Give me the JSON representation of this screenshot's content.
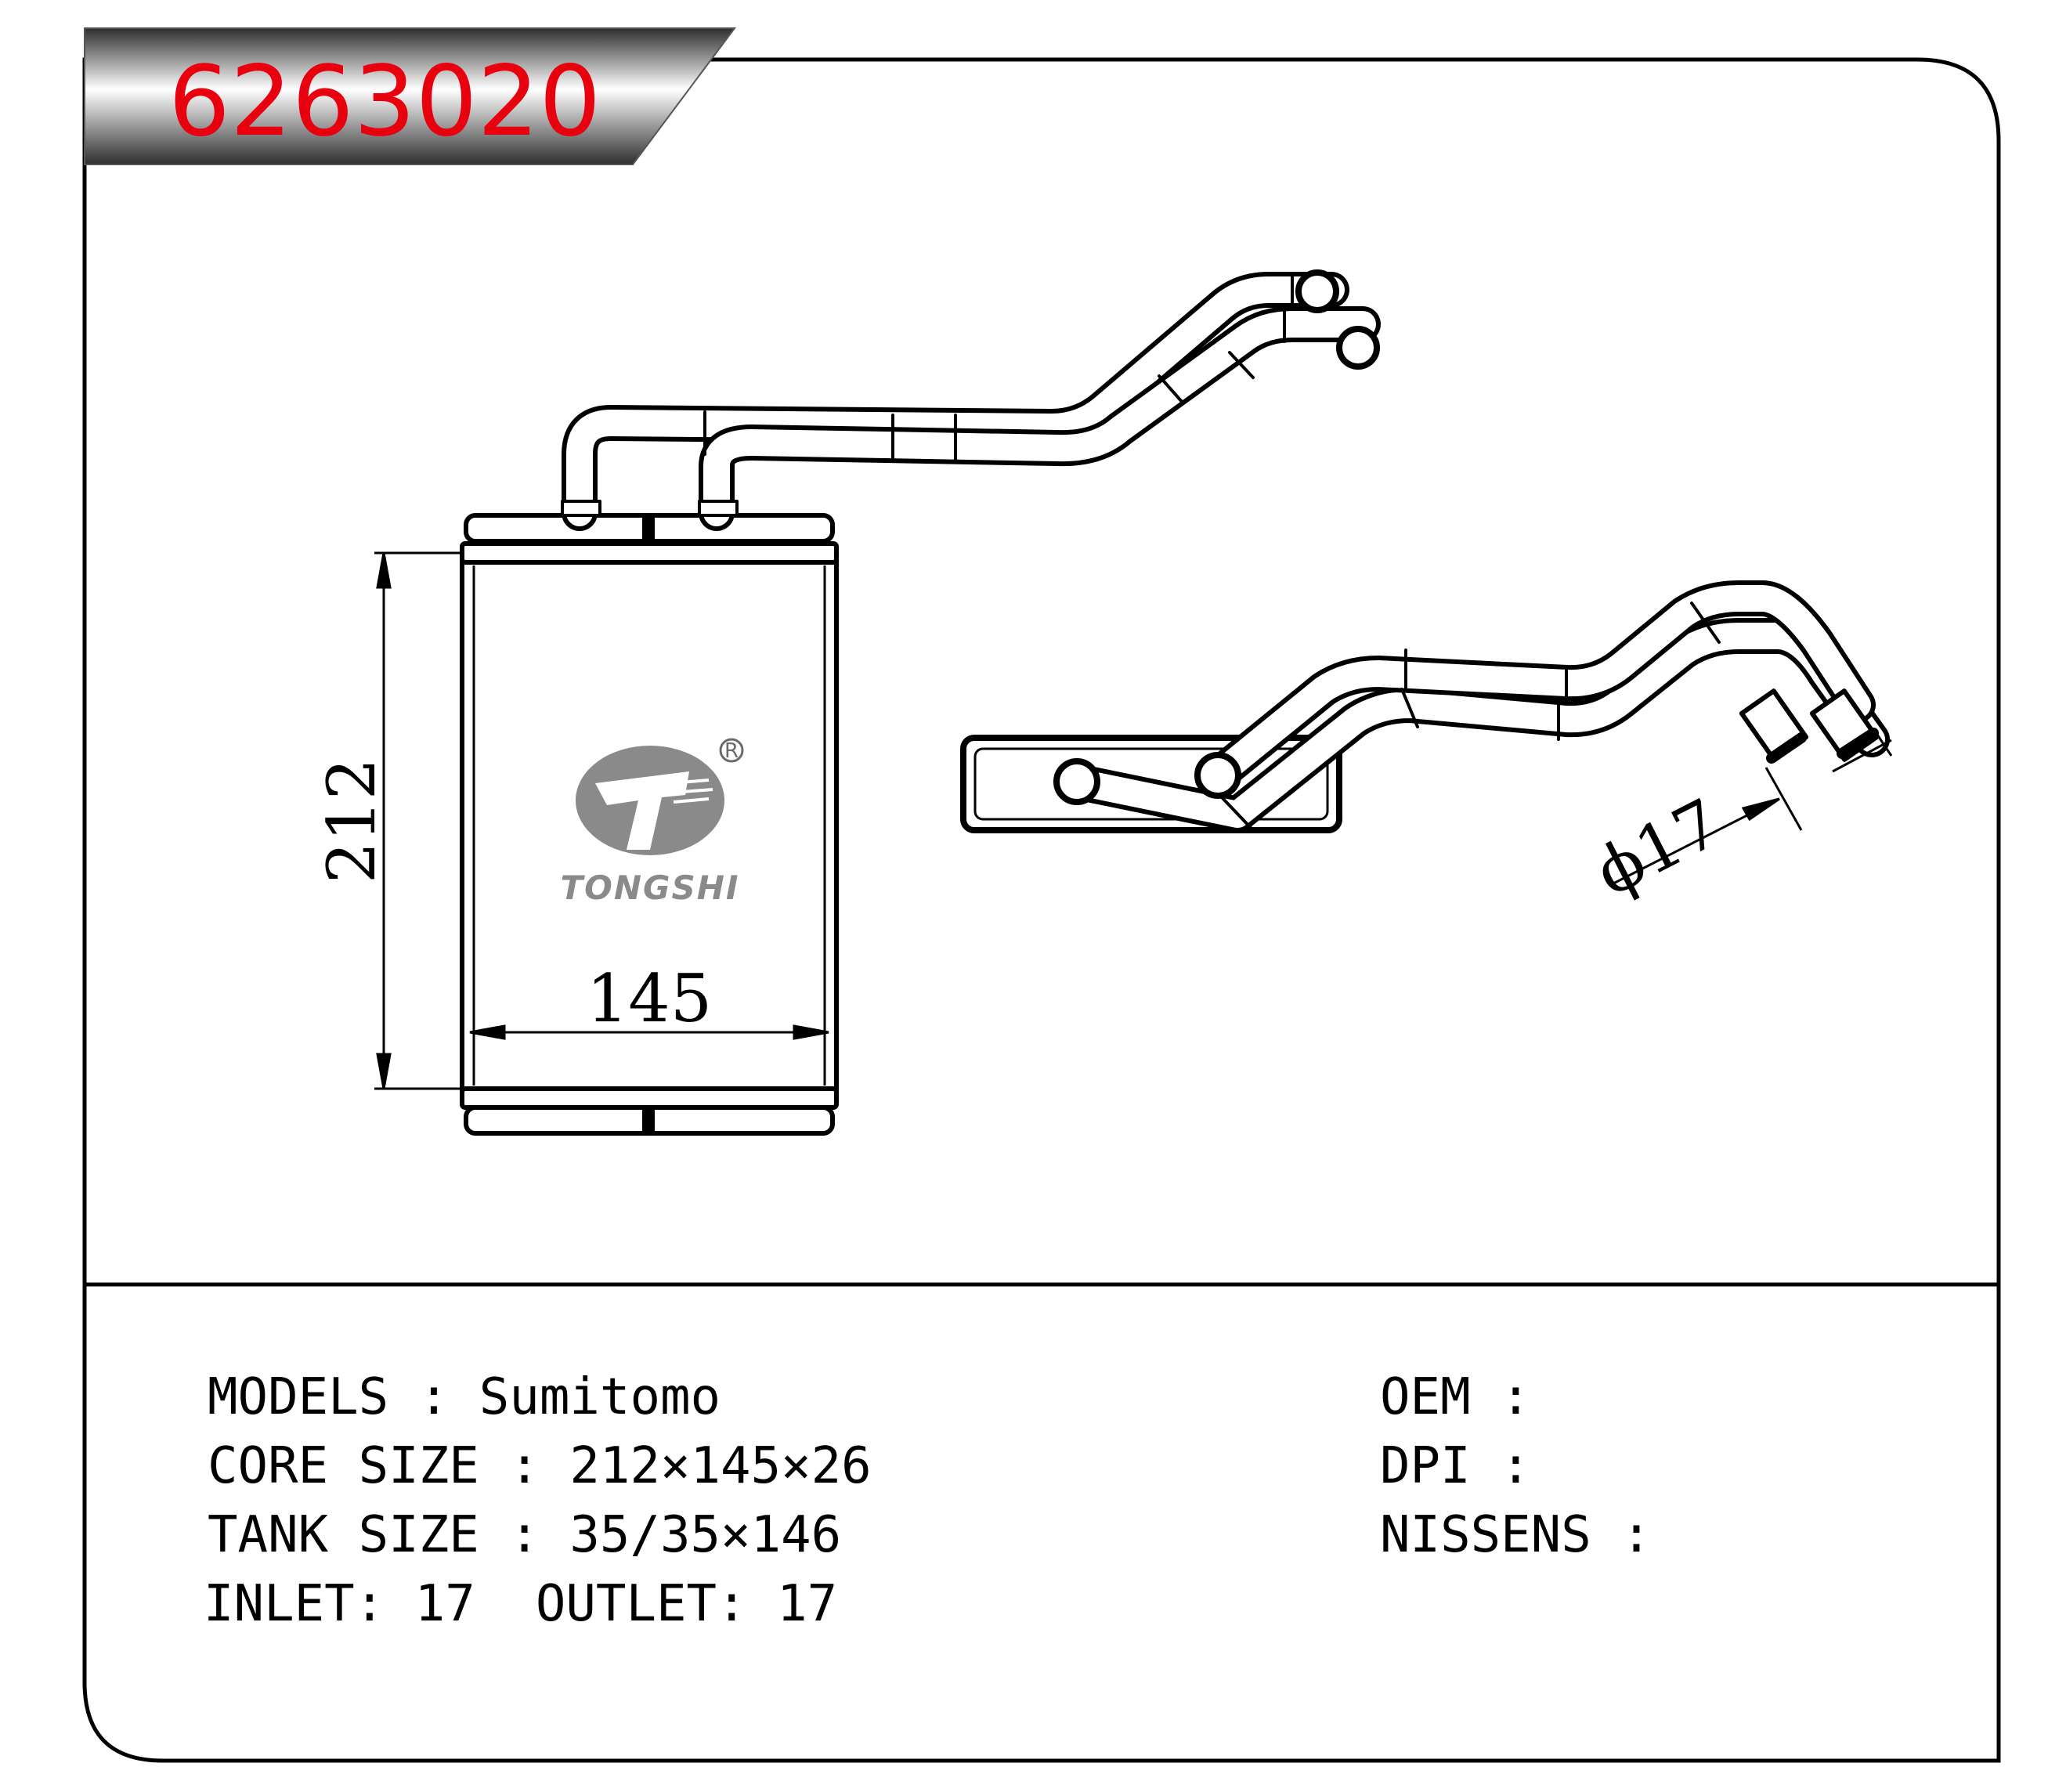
{
  "part_number": "6263020",
  "brand": {
    "name": "TONGSHI",
    "registered_mark": "R"
  },
  "dimensions": {
    "height": "212",
    "width": "145",
    "pipe_diameter": "ϕ17"
  },
  "specs": {
    "models": {
      "label": "MODELS",
      "sep": ":",
      "value": "Sumitomo"
    },
    "core_size": {
      "label": "CORE SIZE",
      "sep": ":",
      "value": "212×145×26"
    },
    "tank_size": {
      "label": "TANK SIZE",
      "sep": ":",
      "value": "35/35×146"
    },
    "inlet": {
      "label": "INLET:",
      "value": "17"
    },
    "outlet": {
      "label": "OUTLET:",
      "value": "17"
    },
    "oem": {
      "label": "OEM",
      "sep": ":",
      "value": ""
    },
    "dpi": {
      "label": "DPI",
      "sep": ":",
      "value": ""
    },
    "nissens": {
      "label": "NISSENS",
      "sep": ":",
      "value": ""
    }
  },
  "colors": {
    "part_number": "#e8000f",
    "banner_dark": "#3a3a3a",
    "logo": "#8a8a8a"
  }
}
